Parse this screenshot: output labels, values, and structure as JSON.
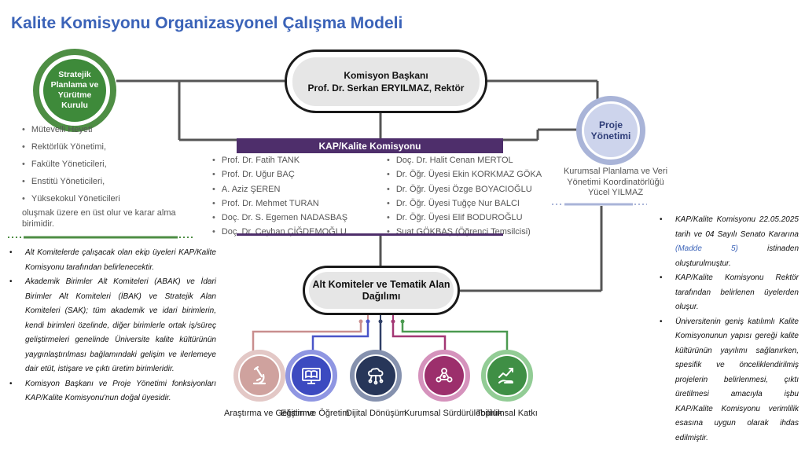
{
  "title": "Kalite Komisyonu Organizasyonel Çalışma Modeli",
  "strategic": {
    "label": "Stratejik Planlama ve Yürütme Kurulu",
    "members": [
      "Mütevelli Heyeti",
      "Rektörlük Yönetimi,",
      "Fakülte Yöneticileri,",
      "Enstitü Yöneticileri,",
      "Yüksekokul Yöneticileri"
    ],
    "description": "oluşmak üzere en üst olur ve karar alma birimidir."
  },
  "chair": {
    "title": "Komisyon Başkanı",
    "name": "Prof. Dr. Serkan ERYILMAZ, Rektör"
  },
  "project": {
    "label": "Proje Yönetimi",
    "office": "Kurumsal Planlama ve Veri Yönetimi Koordinatörlüğü",
    "person": "Yücel YILMAZ"
  },
  "commission": {
    "label": "KAP/Kalite Komisyonu",
    "members_left": [
      "Prof. Dr. Fatih TANK",
      "Prof. Dr. Uğur BAÇ",
      "A. Aziz ŞEREN",
      "Prof. Dr. Mehmet TURAN",
      "Doç. Dr. S. Egemen NADASBAŞ",
      "Doç. Dr. Ceyhan ÇİĞDEMOĞLU"
    ],
    "members_right": [
      "Doç. Dr. Halit Cenan MERTOL",
      "Dr. Öğr. Üyesi Ekin KORKMAZ GÖKA",
      "Dr. Öğr. Üyesi Özge BOYACIOĞLU",
      "Dr. Öğr. Üyesi Tuğçe Nur BALCI",
      "Dr. Öğr. Üyesi Elif BODUROĞLU",
      "Suat GÖKBAŞ (Öğrenci Temsilcisi)"
    ]
  },
  "subcommittees": {
    "label": "Alt Komiteler ve Tematik Alan Dağılımı",
    "items": [
      {
        "label": "Araştırma ve Geliştirme",
        "icon": "microscope-icon",
        "color": "#C98E8E",
        "inner": "#D6A9A6"
      },
      {
        "label": "Eğitim ve Öğretim",
        "icon": "book-monitor-icon",
        "color": "#4A55C8",
        "inner": "#3C4AC0"
      },
      {
        "label": "Dijital Dönüşüm",
        "icon": "cloud-network-icon",
        "color": "#2F3F66",
        "inner": "#273659"
      },
      {
        "label": "Kurumsal Sürdürülebilirlik",
        "icon": "people-network-icon",
        "color": "#A33774",
        "inner": "#9C2F6C"
      },
      {
        "label": "Toplumsal Katkı",
        "icon": "growth-hand-icon",
        "color": "#4B9A50",
        "inner": "#3F8F45"
      }
    ]
  },
  "notes_left": [
    "Alt Komitelerde çalışacak olan ekip üyeleri KAP/Kalite Komisyonu tarafından belirlenecektir.",
    "Akademik Birimler Alt Komiteleri (ABAK) ve İdari Birimler Alt Komiteleri (İBAK) ve Stratejik Alan Komiteleri (SAK); tüm akademik ve idari birimlerin, kendi birimleri özelinde, diğer birimlerle ortak iş/süreç geliştirmeleri genelinde Üniversite kalite kültürünün yaygınlaştırılması bağlamındaki gelişim ve ilerlemeye dair etüt, istişare ve çıktı üretim birimleridir.",
    "Komisyon Başkanı ve Proje Yönetimi fonksiyonları KAP/Kalite Komisyonu'nun doğal üyesidir."
  ],
  "notes_right": {
    "note1_before": "KAP/Kalite Komisyonu 22.05.2025 tarih ve 04 Sayılı Senato Kararına ",
    "note1_link": "(Madde 5)",
    "note1_after": " istinaden oluşturulmuştur.",
    "note2": "KAP/Kalite Komisyonu Rektör tarafından belirlenen üyelerden oluşur.",
    "note3": "Üniversitenin geniş katılımlı Kalite Komisyonunun yapısı gereği kalite kültürünün yayılımı sağlanırken, spesifik ve önceliklendirilmiş projelerin belirlenmesi, çıktı üretilmesi amacıyla işbu KAP/Kalite Komisyonu verimlilik esasına uygun olarak ihdas edilmiştir."
  },
  "colors": {
    "title": "#3B63B8",
    "commission_bar": "#4E2E6B",
    "strategic_green": "#3E8A3A",
    "project_lavender": "#A9B4D8"
  }
}
